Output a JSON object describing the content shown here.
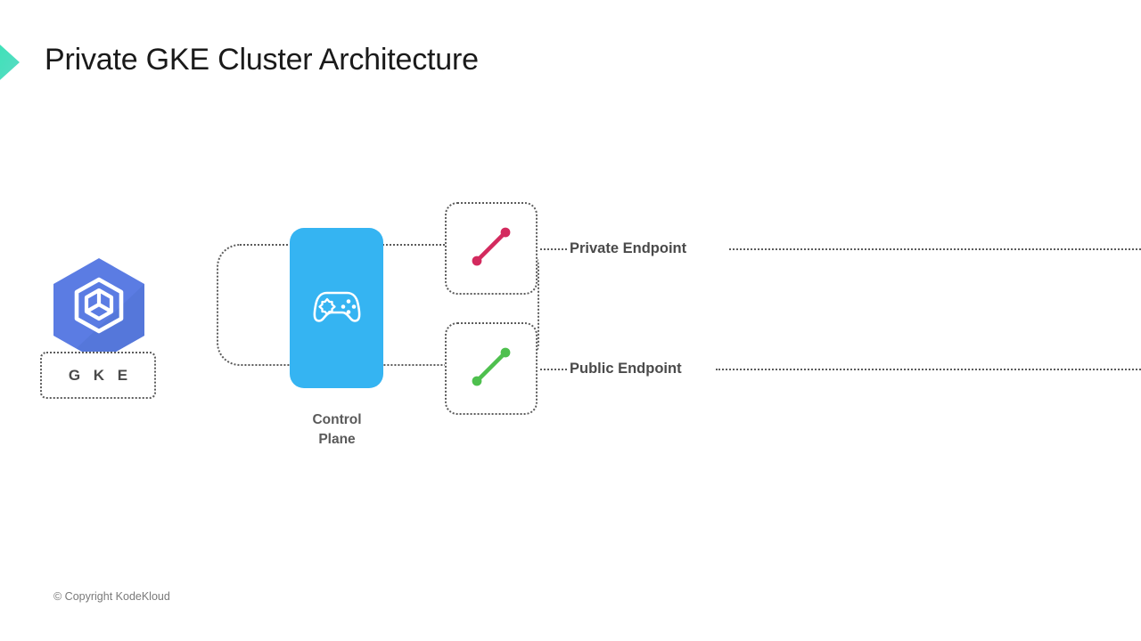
{
  "slide": {
    "title": "Private GKE Cluster Architecture",
    "footer": "© Copyright KodeKloud"
  },
  "logo": {
    "name": "kodekloud-chevron-logo",
    "gradient_start": "#2ee6b0",
    "gradient_end": "#4dd6c2"
  },
  "nodes": {
    "gke": {
      "label": "G K E",
      "icon": "gke-hexagon-cube-icon",
      "color": "#5b7ce3",
      "color_dark": "#5172d4"
    },
    "control_plane": {
      "label_line1": "Control",
      "label_line2": "Plane",
      "icon": "gamepad-icon",
      "color": "#35b4f2"
    },
    "private_endpoint": {
      "label": "Private Endpoint",
      "icon": "connection-link-icon",
      "color": "#d32a5e"
    },
    "public_endpoint": {
      "label": "Public Endpoint",
      "icon": "connection-link-icon",
      "color": "#4ec04e"
    }
  },
  "colors": {
    "dotted_stroke": "#5c5c5c",
    "text_dark": "#1a1a1a",
    "text_gray": "#4a4a4a",
    "background": "#ffffff"
  }
}
